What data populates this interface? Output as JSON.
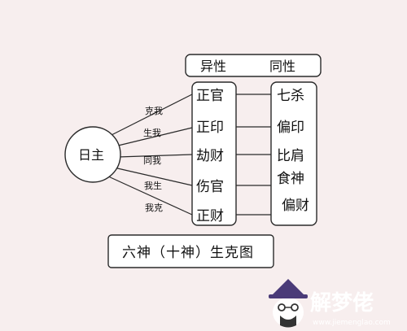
{
  "header": {
    "left": "异性",
    "right": "同性"
  },
  "center": {
    "label": "日主"
  },
  "relations": [
    "克我",
    "生我",
    "同我",
    "我生",
    "我克"
  ],
  "opposite_sex": [
    "正官",
    "正印",
    "劫财",
    "伤官",
    "正财"
  ],
  "same_sex": [
    "七杀",
    "偏印",
    "比肩",
    "食神",
    "偏财"
  ],
  "caption": "六神（十神）生克图",
  "watermark": {
    "brand": "解梦佬",
    "url": "www.jiemenglao.com"
  }
}
